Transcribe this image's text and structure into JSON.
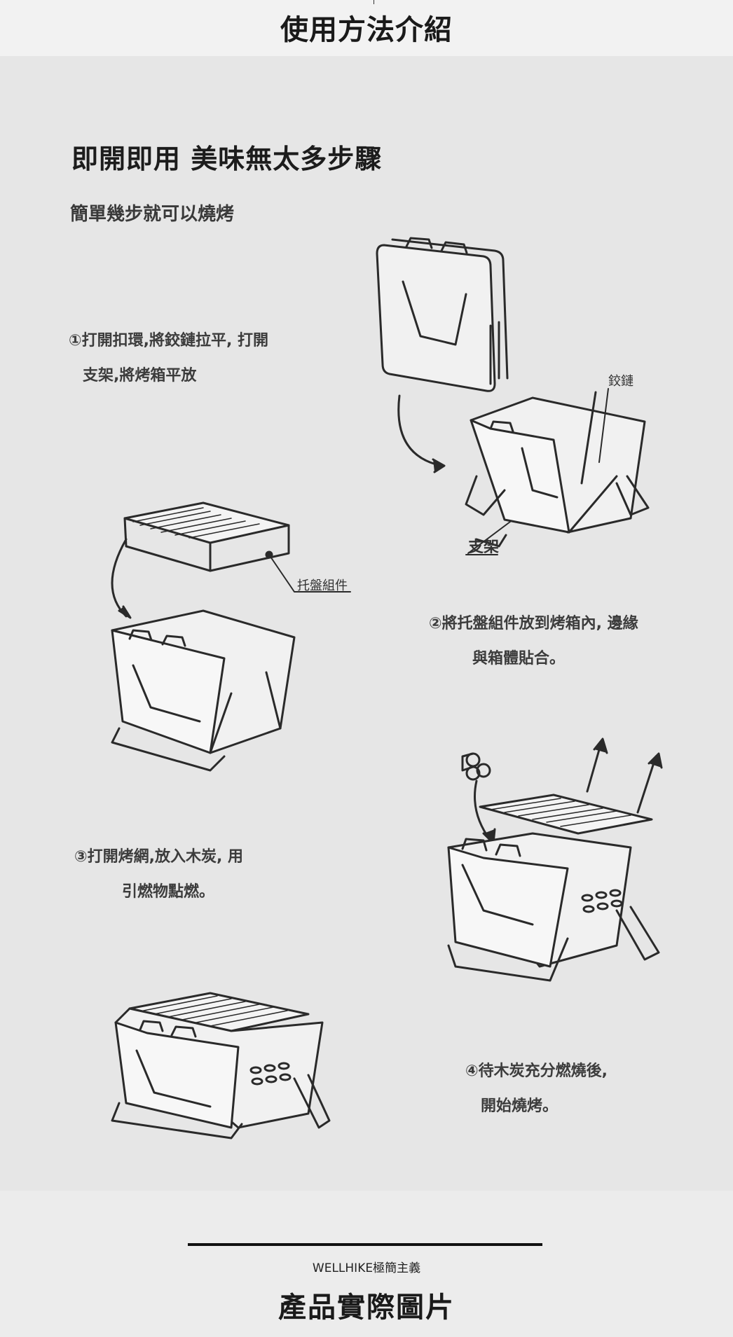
{
  "header": {
    "title": "使用方法介紹"
  },
  "intro": {
    "headline": "即開即用 美味無太多步驟",
    "subhead": "簡單幾步就可以燒烤"
  },
  "steps": [
    {
      "line1": "①打開扣環,將鉸鏈拉平, 打開",
      "line2": "支架,將烤箱平放"
    },
    {
      "line1": "②將托盤組件放到烤箱內, 邊緣",
      "line2": "與箱體貼合。"
    },
    {
      "line1": "③打開烤網,放入木炭, 用",
      "line2": "引燃物點燃。"
    },
    {
      "line1": "④待木炭充分燃燒後,",
      "line2": "開始燒烤。"
    }
  ],
  "labels": {
    "hinge": "鉸鏈",
    "stand": "支架",
    "tray_assembly": "托盤組件"
  },
  "footer": {
    "brand": "WELLHIKE極簡主義",
    "title": "產品實際圖片"
  }
}
